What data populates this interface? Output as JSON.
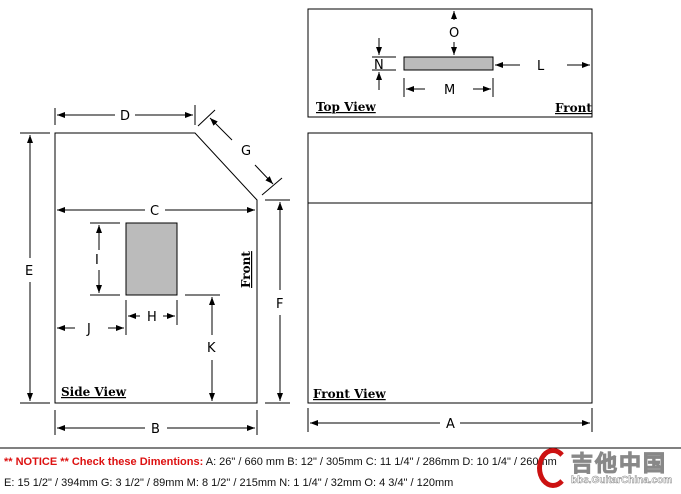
{
  "labels": {
    "A": "A",
    "B": "B",
    "C": "C",
    "D": "D",
    "E": "E",
    "F": "F",
    "G": "G",
    "H": "H",
    "I": "I",
    "J": "J",
    "K": "K",
    "L": "L",
    "M": "M",
    "N": "N",
    "O": "O"
  },
  "views": {
    "side": "Side View",
    "front": "Front View",
    "top": "Top View",
    "front_marker": "Front",
    "top_front_marker": "Front"
  },
  "notice": {
    "prefix": "** NOTICE ** Check these Dimentions:",
    "text": "A: 26\" / 660 mm  B: 12\" / 305mm  C: 11 1/4\" / 286mm  D: 10 1/4\" / 260mm  E: 15 1/2\" / 394mm  G: 3 1/2\" / 89mm  M: 8 1/2\" / 215mm  N: 1 1/4\" / 32mm  O: 4 3/4\" / 120mm"
  },
  "watermark": {
    "title": "吉他中国",
    "url": "bbs.GuitarChina.com"
  }
}
